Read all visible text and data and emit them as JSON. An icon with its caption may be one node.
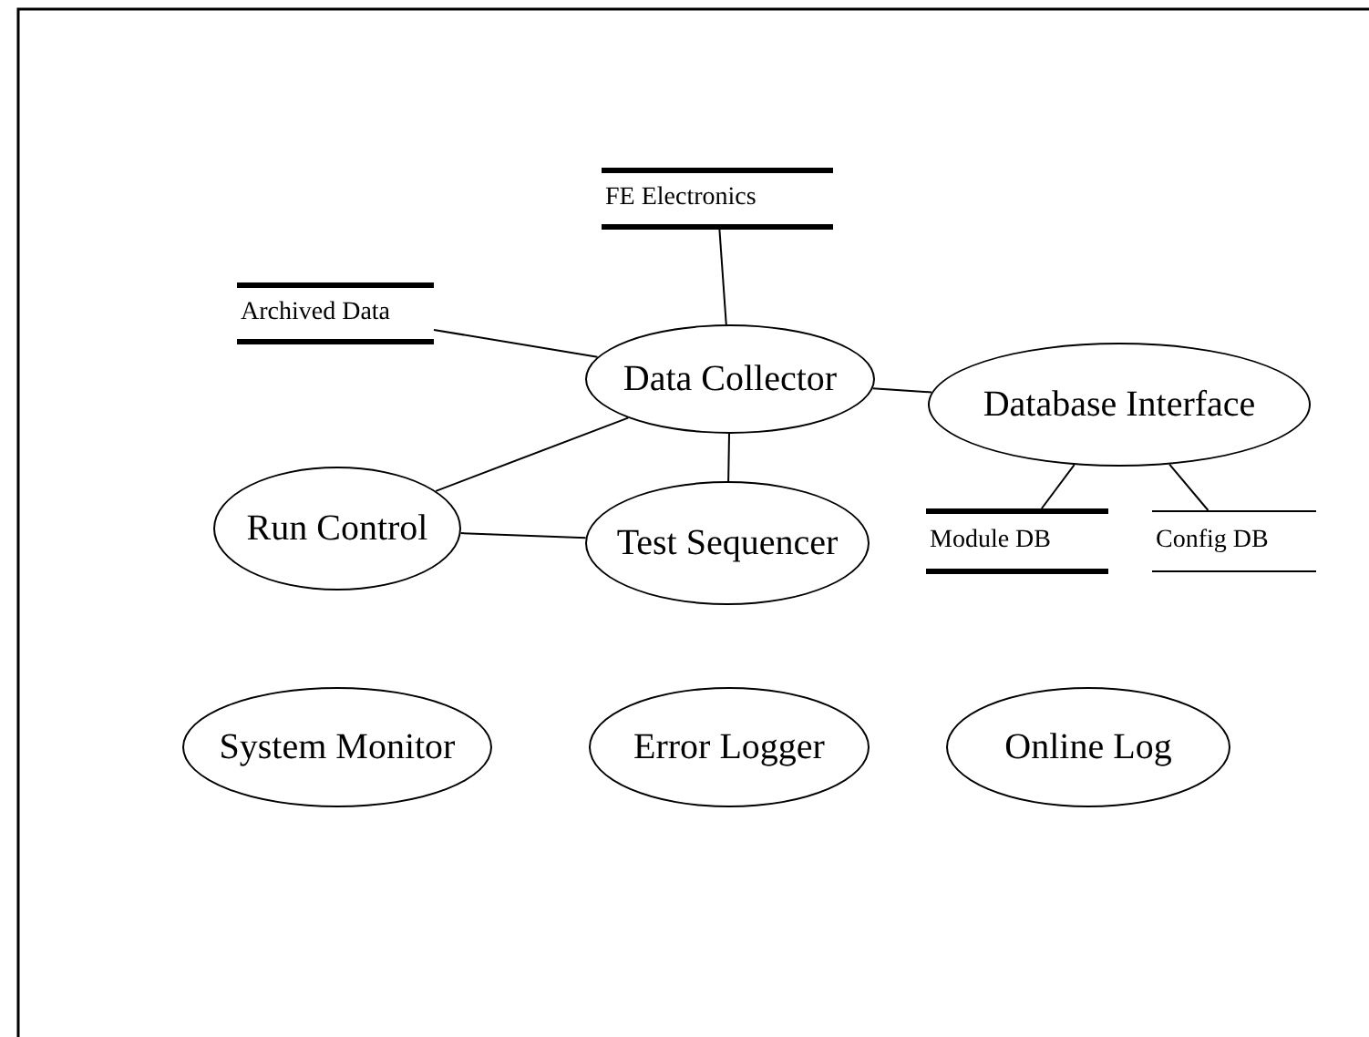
{
  "diagram": {
    "nodes": [
      {
        "text": [
          "FE Electronics"
        ]
      },
      {
        "text": [
          "Archived Data"
        ]
      },
      {
        "text": [
          "Data Collector"
        ]
      },
      {
        "text": [
          "Database Interface"
        ]
      },
      {
        "text": [
          "Run Control"
        ]
      },
      {
        "text": [
          "Test Sequencer"
        ]
      },
      {
        "text": [
          "Module DB"
        ]
      },
      {
        "text": [
          "Config DB"
        ]
      },
      {
        "text": [
          "System Monitor"
        ]
      },
      {
        "text": [
          "Error Logger"
        ]
      },
      {
        "text": [
          "Online Log"
        ]
      }
    ],
    "edges": [
      {
        "from": 0,
        "to": 2,
        "arrow": "none"
      },
      {
        "from": 1,
        "to": 2,
        "arrow": "none"
      },
      {
        "from": 2,
        "to": 3,
        "arrow": "none"
      },
      {
        "from": 2,
        "to": 4,
        "arrow": "none"
      },
      {
        "from": 2,
        "to": 5,
        "arrow": "none"
      },
      {
        "from": 4,
        "to": 5,
        "arrow": "none"
      },
      {
        "from": 3,
        "to": 6,
        "arrow": "none"
      },
      {
        "from": 3,
        "to": 7,
        "arrow": "none"
      }
    ]
  }
}
